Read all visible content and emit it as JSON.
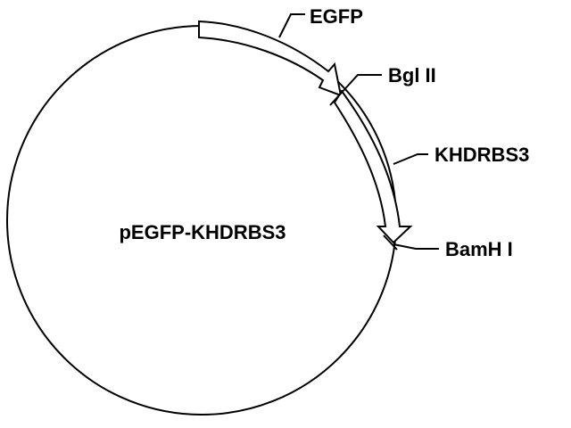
{
  "plasmid": {
    "name": "pEGFP-KHDRBS3"
  },
  "features": [
    {
      "name": "EGFP",
      "type": "gene-arrow"
    },
    {
      "name": "KHDRBS3",
      "type": "gene-arrow"
    }
  ],
  "sites": [
    {
      "name": "Bgl II"
    },
    {
      "name": "BamH I"
    }
  ],
  "colors": {
    "line": "#000000",
    "background": "#ffffff",
    "arrow_fill": "#ffffff"
  }
}
